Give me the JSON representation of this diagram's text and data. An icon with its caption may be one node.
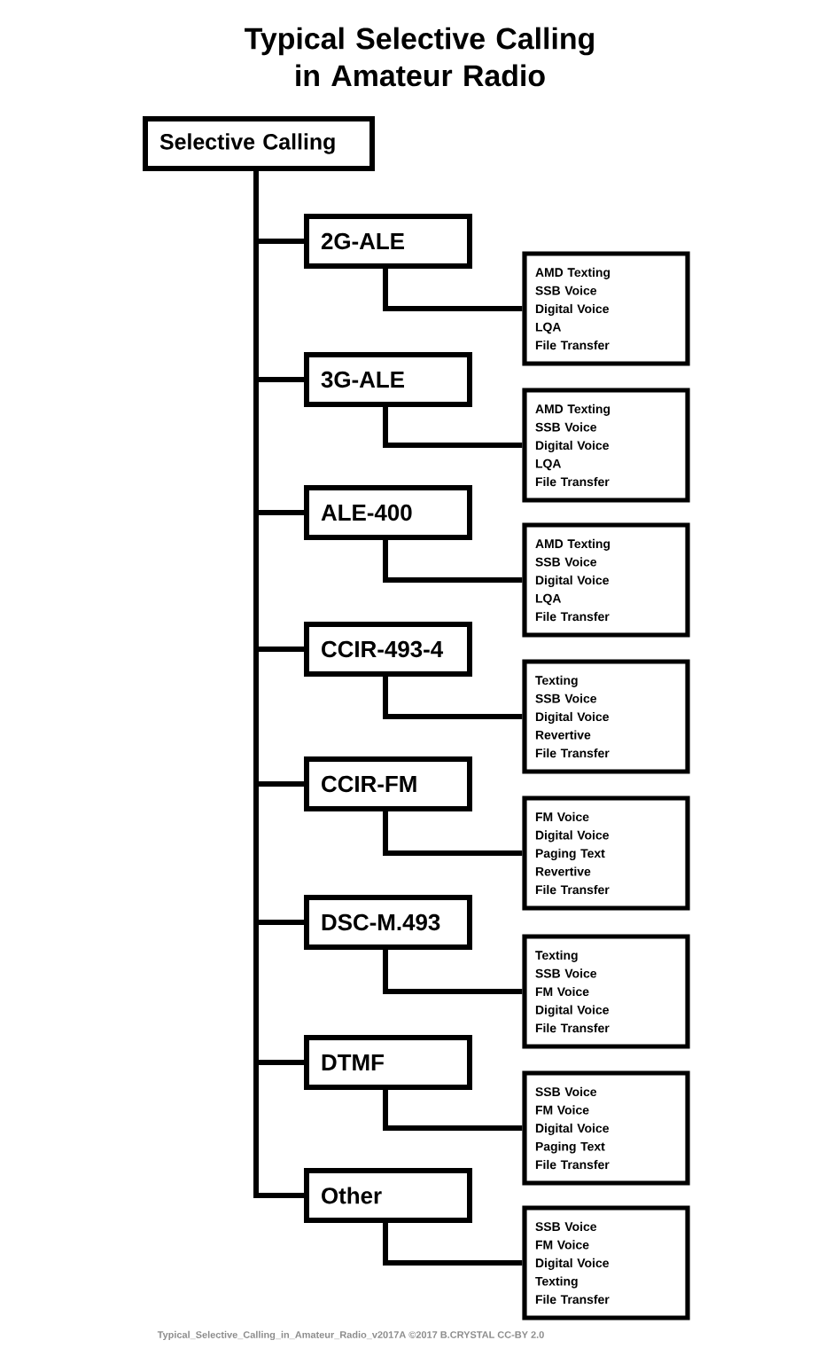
{
  "diagram": {
    "title": "Typical Selective Calling in Amateur Radio",
    "caption": "Typical_Selective_Calling_in_Amateur_Radio_v2017A ©2017 B.CRYSTAL CC-BY 2.0",
    "nodes": [
      {
        "text": [
          "Selective Calling"
        ]
      },
      {
        "text": [
          "2G-ALE"
        ]
      },
      {
        "text": [
          "AMD Texting",
          "SSB Voice",
          "Digital Voice",
          "LQA",
          "File Transfer"
        ]
      },
      {
        "text": [
          "3G-ALE"
        ]
      },
      {
        "text": [
          "AMD Texting",
          "SSB Voice",
          "Digital Voice",
          "LQA",
          "File Transfer"
        ]
      },
      {
        "text": [
          "ALE-400"
        ]
      },
      {
        "text": [
          "AMD Texting",
          "SSB Voice",
          "Digital Voice",
          "LQA",
          "File Transfer"
        ]
      },
      {
        "text": [
          "CCIR-493-4"
        ]
      },
      {
        "text": [
          "Texting",
          "SSB Voice",
          "Digital Voice",
          "Revertive",
          "File Transfer"
        ]
      },
      {
        "text": [
          "CCIR-FM"
        ]
      },
      {
        "text": [
          "FM Voice",
          "Digital Voice",
          "Paging Text",
          "Revertive",
          "File Transfer"
        ]
      },
      {
        "text": [
          "DSC-M.493"
        ]
      },
      {
        "text": [
          "Texting",
          "SSB Voice",
          "FM Voice",
          "Digital Voice",
          "File Transfer"
        ]
      },
      {
        "text": [
          "DTMF"
        ]
      },
      {
        "text": [
          "SSB Voice",
          "FM Voice",
          "Digital Voice",
          "Paging Text",
          "File Transfer"
        ]
      },
      {
        "text": [
          "Other"
        ]
      },
      {
        "text": [
          "SSB Voice",
          "FM Voice",
          "Digital Voice",
          "Texting",
          "File Transfer"
        ]
      }
    ],
    "edges": [
      {
        "from": 0,
        "to": 1,
        "arrow": "none"
      },
      {
        "from": 1,
        "to": 2,
        "arrow": "none"
      },
      {
        "from": 0,
        "to": 3,
        "arrow": "none"
      },
      {
        "from": 3,
        "to": 4,
        "arrow": "none"
      },
      {
        "from": 0,
        "to": 5,
        "arrow": "none"
      },
      {
        "from": 5,
        "to": 6,
        "arrow": "none"
      },
      {
        "from": 0,
        "to": 7,
        "arrow": "none"
      },
      {
        "from": 7,
        "to": 8,
        "arrow": "none"
      },
      {
        "from": 0,
        "to": 9,
        "arrow": "none"
      },
      {
        "from": 9,
        "to": 10,
        "arrow": "none"
      },
      {
        "from": 0,
        "to": 11,
        "arrow": "none"
      },
      {
        "from": 11,
        "to": 12,
        "arrow": "none"
      },
      {
        "from": 0,
        "to": 13,
        "arrow": "none"
      },
      {
        "from": 13,
        "to": 14,
        "arrow": "none"
      },
      {
        "from": 0,
        "to": 15,
        "arrow": "none"
      },
      {
        "from": 15,
        "to": 16,
        "arrow": "none"
      }
    ]
  }
}
